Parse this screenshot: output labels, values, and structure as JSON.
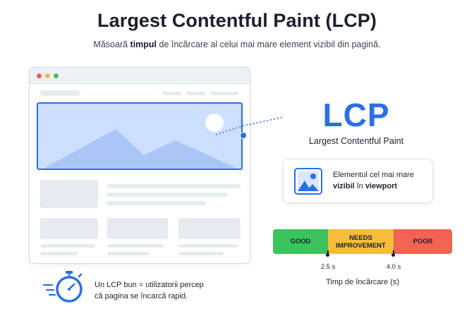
{
  "header": {
    "title": "Largest Contentful Paint (LCP)",
    "subtitle_before": "Măsoară ",
    "subtitle_bold": "timpul",
    "subtitle_after": " de încărcare al celui mai mare element vizibil din pagină."
  },
  "lcp": {
    "acronym": "LCP",
    "full_name": "Largest Contentful Paint"
  },
  "card": {
    "line1": "Elementul cel mai mare",
    "bold1": "vizibil",
    "mid": " în ",
    "bold2": "viewport"
  },
  "scale": {
    "good": "GOOD",
    "needs_1": "NEEDS",
    "needs_2": "IMPROVEMENT",
    "poor": "POOR",
    "threshold_good": "2.5 s",
    "threshold_poor": "4.0 s",
    "axis_label": "Timp de încărcare (s)"
  },
  "footer": {
    "line1": "Un LCP bun = utilizatorii percep",
    "line2": "că pagina se încarcă rapid."
  },
  "colors": {
    "accent": "#2b6fe6",
    "good": "#3cc35c",
    "needs_improvement": "#f6bd3a",
    "poor": "#f26352"
  },
  "icons": [
    "image-icon",
    "stopwatch-icon",
    "window-control-icons"
  ]
}
